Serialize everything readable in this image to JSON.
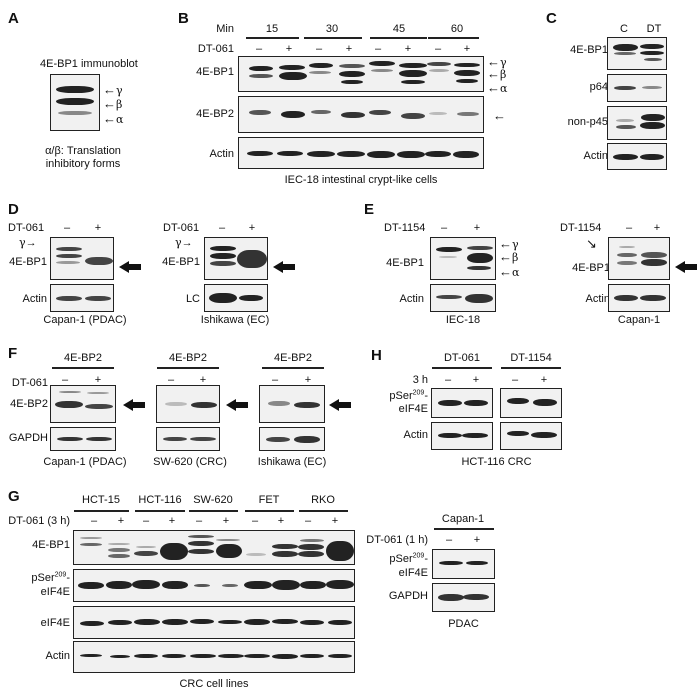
{
  "panels": {
    "A": {
      "label": "A",
      "title": "4E-BP1 immunoblot",
      "band_labels": [
        "γ",
        "β",
        "α"
      ],
      "caption_line1": "α/β: Translation",
      "caption_line2": "inhibitory forms"
    },
    "B": {
      "label": "B",
      "time_label": "Min",
      "times": [
        "15",
        "30",
        "45",
        "60"
      ],
      "treatment_label": "DT-061",
      "signs": [
        "–",
        "+",
        "–",
        "+",
        "–",
        "+",
        "–",
        "+"
      ],
      "rows": [
        "4E-BP1",
        "4E-BP2",
        "Actin"
      ],
      "band_labels": [
        "γ",
        "β",
        "α"
      ],
      "caption": "IEC-18 intestinal crypt-like cells"
    },
    "C": {
      "label": "C",
      "columns": [
        "C",
        "DT"
      ],
      "rows": [
        "4E-BP1",
        "p64",
        "non-p45",
        "Actin"
      ]
    },
    "D": {
      "label": "D",
      "left": {
        "treatment_label": "DT-061",
        "signs": [
          "–",
          "+"
        ],
        "gamma": "γ",
        "rows": [
          "4E-BP1",
          "Actin"
        ],
        "caption": "Capan-1 (PDAC)"
      },
      "right": {
        "treatment_label": "DT-061",
        "signs": [
          "–",
          "+"
        ],
        "gamma": "γ",
        "rows": [
          "4E-BP1",
          "LC"
        ],
        "caption": "Ishikawa (EC)"
      }
    },
    "E": {
      "label": "E",
      "left": {
        "treatment_label": "DT-1154",
        "signs": [
          "–",
          "+"
        ],
        "rows": [
          "4E-BP1",
          "Actin"
        ],
        "band_labels": [
          "γ",
          "β",
          "α"
        ],
        "caption": "IEC-18"
      },
      "right": {
        "treatment_label": "DT-1154",
        "signs": [
          "–",
          "+"
        ],
        "rows": [
          "4E-BP1",
          "Actin"
        ],
        "caption": "Capan-1"
      }
    },
    "F": {
      "label": "F",
      "treatment_label": "DT-061",
      "rows": [
        "4E-BP2",
        "GAPDH"
      ],
      "blots": [
        {
          "header": "4E-BP2",
          "signs": [
            "–",
            "+"
          ],
          "caption": "Capan-1 (PDAC)"
        },
        {
          "header": "4E-BP2",
          "signs": [
            "–",
            "+"
          ],
          "caption": "SW-620 (CRC)"
        },
        {
          "header": "4E-BP2",
          "signs": [
            "–",
            "+"
          ],
          "caption": "Ishikawa (EC)"
        }
      ]
    },
    "G": {
      "label": "G",
      "treatment_label": "DT-061 (3 h)",
      "cell_lines": [
        "HCT-15",
        "HCT-116",
        "SW-620",
        "FET",
        "RKO"
      ],
      "signs": [
        "–",
        "+",
        "–",
        "+",
        "–",
        "+",
        "–",
        "+",
        "–",
        "+"
      ],
      "rows": [
        "4E-BP1",
        "pSer209-eIF4E",
        "eIF4E",
        "Actin"
      ],
      "row_psers": "pSer",
      "row_sup": "209",
      "row_eif": "-",
      "row_eif2": "eIF4E",
      "caption": "CRC cell lines"
    },
    "G2": {
      "header": "Capan-1",
      "treatment_label": "DT-061 (1 h)",
      "signs": [
        "–",
        "+"
      ],
      "row_pser": "pSer",
      "row_sup": "209",
      "row_dash": "-",
      "row_eif": "eIF4E",
      "row_gapdh": "GAPDH",
      "caption": "PDAC"
    },
    "H": {
      "label": "H",
      "groups": [
        "DT-061",
        "DT-1154"
      ],
      "time_label": "3 h",
      "signs": [
        "–",
        "+",
        "–",
        "+"
      ],
      "row_pser": "pSer",
      "row_sup": "209",
      "row_dash": "-",
      "row_eif": "eIF4E",
      "row_actin": "Actin",
      "caption": "HCT-116 CRC"
    }
  }
}
